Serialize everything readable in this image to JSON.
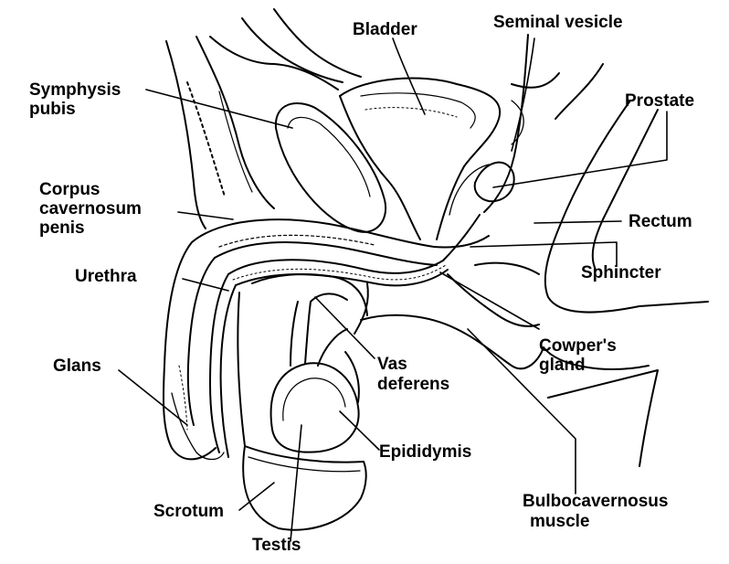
{
  "labels": {
    "bladder": "Bladder",
    "seminal_vesicle": "Seminal vesicle",
    "symphysis_1": "Symphysis",
    "symphysis_2": "pubis",
    "prostate": "Prostate",
    "corpus_1": "Corpus",
    "corpus_2": "cavernosum",
    "corpus_3": "penis",
    "rectum": "Rectum",
    "urethra": "Urethra",
    "sphincter": "Sphincter",
    "cowpers_1": "Cowper's",
    "cowpers_2": "gland",
    "glans": "Glans",
    "vas_1": "Vas",
    "vas_2": "deferens",
    "epididymis": "Epididymis",
    "scrotum": "Scrotum",
    "bulbo_1": "Bulbocavernosus",
    "bulbo_2": "muscle",
    "testis": "Testis"
  },
  "colors": {
    "ink": "#000000",
    "paper": "#ffffff"
  }
}
